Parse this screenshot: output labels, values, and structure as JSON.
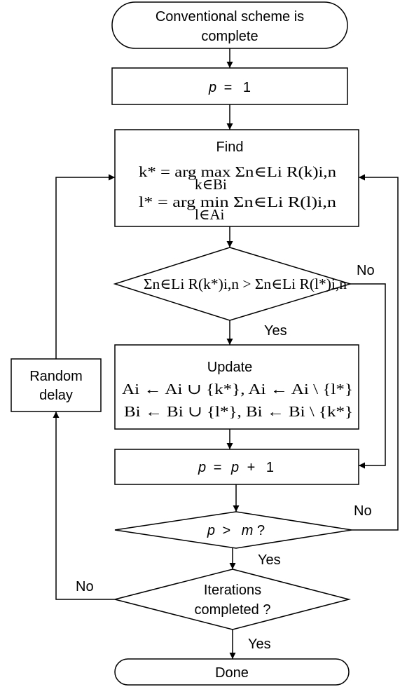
{
  "nodes": {
    "start_line1": "Conventional scheme is",
    "start_line2": "complete",
    "init_var": "p",
    "init_op": "=",
    "init_val": "1",
    "find_title": "Find",
    "find_eq1": "k* = arg max Σn∈Li R(k)i,n",
    "find_eq1_sub": "k∈Bi",
    "find_eq2": "l* = arg min Σn∈Li R(l)i,n",
    "find_eq2_sub": "l∈Ai",
    "compare_expr": "Σn∈Li R(k*)i,n > Σn∈Li R(l*)i,n",
    "update_title": "Update",
    "update_eq1": "Ai ← Ai ∪ {k*}, Ai ← Ai \\ {l*}",
    "update_eq2": "Bi ← Bi ∪ {l*}, Bi ← Bi \\ {k*}",
    "incr_lhs": "p",
    "incr_op": "=",
    "incr_rhs": "p",
    "incr_plus": "+",
    "incr_one": "1",
    "check_p": "p",
    "check_op": ">",
    "check_m": "m",
    "check_q": "?",
    "iter_line1": "Iterations",
    "iter_line2": "completed ?",
    "delay_line1": "Random",
    "delay_line2": "delay",
    "end": "Done"
  },
  "edges": {
    "compare_yes": "Yes",
    "compare_no": "No",
    "check_yes": "Yes",
    "check_no": "No",
    "iter_yes": "Yes",
    "iter_no": "No"
  }
}
